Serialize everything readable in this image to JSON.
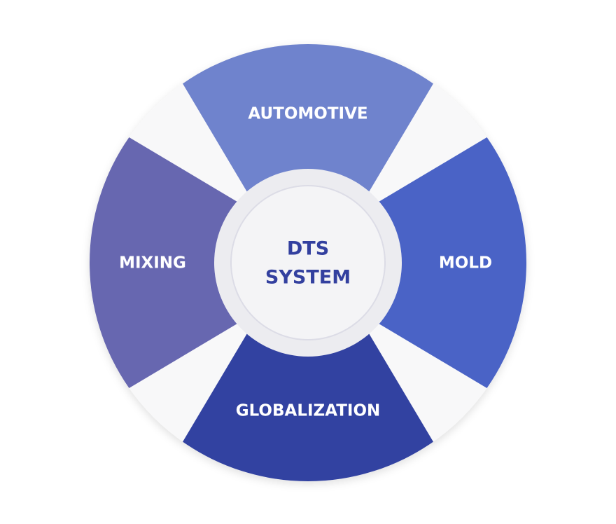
{
  "center": {
    "line1": "DTS",
    "line2": "SYSTEM"
  },
  "segments": [
    {
      "label": "AUTOMOTIVE",
      "color": "#6f83cd"
    },
    {
      "label": "MOLD",
      "color": "#4a63c6"
    },
    {
      "label": "GLOBALIZATION",
      "color": "#3242a1"
    },
    {
      "label": "MIXING",
      "color": "#6767b0"
    }
  ],
  "colors": {
    "gap": "#f8f8f9",
    "ring": "#ececf0",
    "hub": "#f4f4f6",
    "text": "#33409f"
  }
}
